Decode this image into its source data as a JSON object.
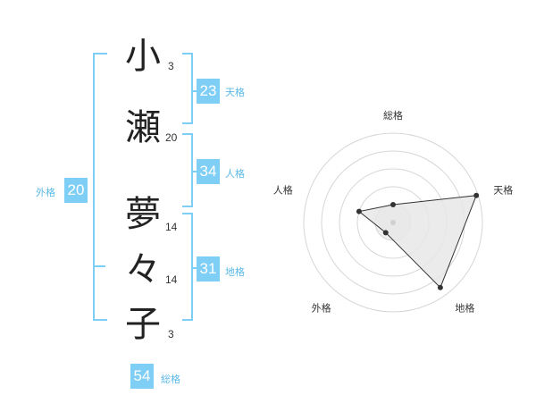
{
  "name": {
    "chars": [
      {
        "char": "小",
        "strokes": "3"
      },
      {
        "char": "瀬",
        "strokes": "20"
      },
      {
        "char": "夢",
        "strokes": "14"
      },
      {
        "char": "々",
        "strokes": "14"
      },
      {
        "char": "子",
        "strokes": "3"
      }
    ]
  },
  "scores": {
    "tenkaku": {
      "value": "23",
      "label": "天格"
    },
    "jinkaku": {
      "value": "34",
      "label": "人格"
    },
    "chikaku": {
      "value": "31",
      "label": "地格"
    },
    "gaikaku": {
      "value": "20",
      "label": "外格"
    },
    "soukaku": {
      "value": "54",
      "label": "総格"
    }
  },
  "chart_data": {
    "type": "radar",
    "axes": [
      "総格",
      "天格",
      "地格",
      "外格",
      "人格"
    ],
    "series": [
      {
        "values": [
          1.0,
          4.9,
          4.5,
          0.7,
          2.0
        ]
      }
    ],
    "rings": 5,
    "max": 5
  }
}
